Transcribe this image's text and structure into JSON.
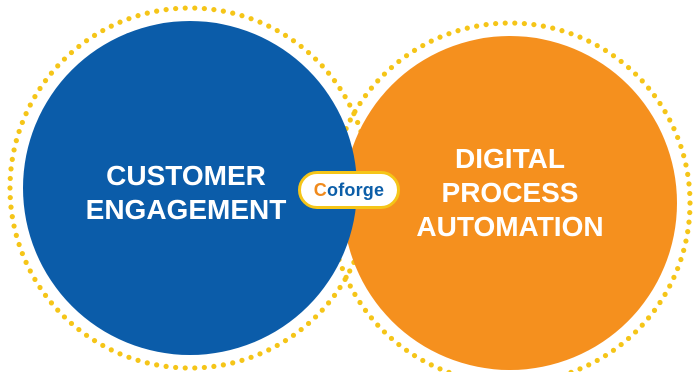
{
  "diagram": {
    "left_circle": {
      "lines": [
        "CUSTOMER",
        "ENGAGEMENT"
      ],
      "color": "#0b5ca9"
    },
    "right_circle": {
      "lines": [
        "DIGITAL",
        "PROCESS",
        "AUTOMATION"
      ],
      "color": "#f5901e"
    },
    "outline_dot_color": "#f5c518",
    "logo": {
      "first_letter": "C",
      "rest": "oforge",
      "first_letter_color": "#f08a1c",
      "rest_color": "#0c5ea8"
    }
  }
}
